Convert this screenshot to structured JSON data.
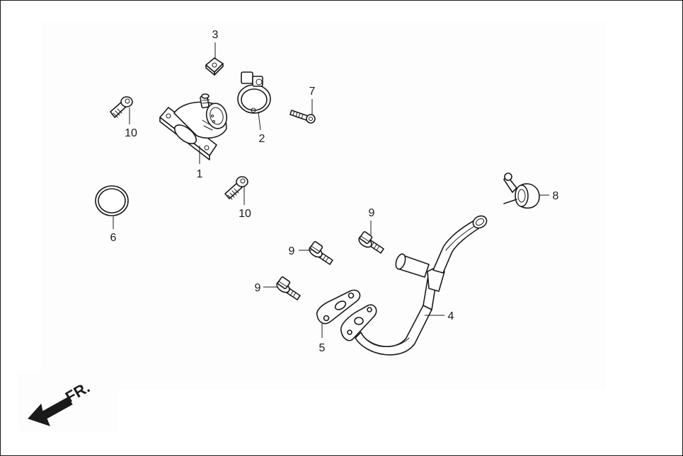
{
  "fr_label": "FR.",
  "callouts": {
    "c1": "1",
    "c2": "2",
    "c3": "3",
    "c4": "4",
    "c5": "5",
    "c6": "6",
    "c7": "7",
    "c8": "8",
    "c9a": "9",
    "c9b": "9",
    "c9c": "9",
    "c10a": "10",
    "c10b": "10"
  }
}
